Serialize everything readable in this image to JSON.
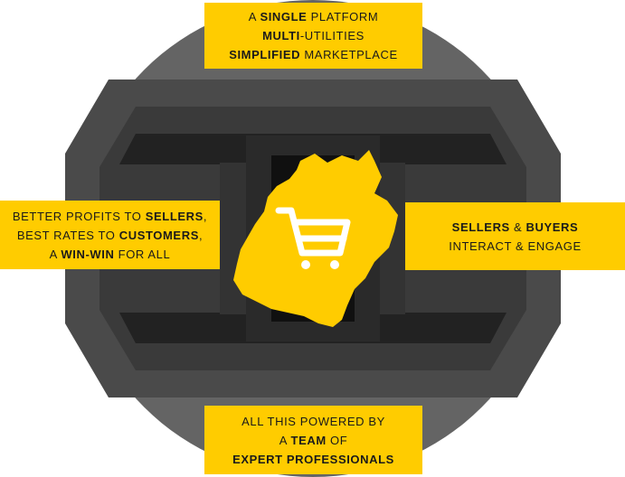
{
  "colors": {
    "accent_yellow": "#FFCC00",
    "ring_outer": "#646464",
    "ring_mid": "#4a4a4a",
    "ring_inner": "#2f2f2f",
    "core": "#101010",
    "text": "#1a1a1a"
  },
  "icons": {
    "center": "shopping-cart-icon",
    "map": "region-map-shape"
  },
  "callouts": {
    "top": {
      "l1": [
        "A ",
        "SINGLE",
        " PLATFORM"
      ],
      "l2": [
        "",
        "MULTI",
        "-UTILITIES"
      ],
      "l3": [
        "",
        "SIMPLIFIED",
        " MARKETPLACE"
      ]
    },
    "left": {
      "l1": [
        "BETTER PROFITS TO ",
        "SELLERS",
        ","
      ],
      "l2": [
        "BEST RATES TO ",
        "CUSTOMERS",
        ","
      ],
      "l3": [
        "A ",
        "WIN-WIN",
        " FOR ALL"
      ]
    },
    "right": {
      "l1": [
        "",
        "SELLERS",
        " & ",
        "BUYERS"
      ],
      "l2": [
        "INTERACT & ENGAGE"
      ]
    },
    "bottom": {
      "l1": [
        "ALL THIS POWERED BY"
      ],
      "l2": [
        "A ",
        "TEAM",
        " OF"
      ],
      "l3": [
        "",
        "EXPERT PROFESSIONALS",
        ""
      ]
    }
  }
}
